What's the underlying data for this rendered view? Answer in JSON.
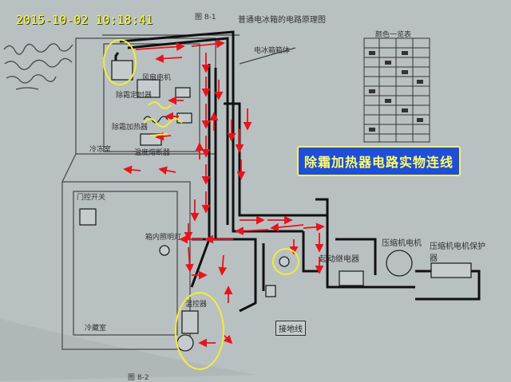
{
  "timestamp": "2015-10-02 10:18:41",
  "callout": {
    "text": "除霜加热器电路实物连线"
  },
  "figure": {
    "caption_top": "普通电冰箱的电路原理图",
    "figure_no_top": "图 8-1",
    "figure_no_bottom": "图 8-2"
  },
  "labels": {
    "fridge_box": "电冰箱箱体",
    "color_table_title": "颜色一览表",
    "fan_motor": "风扇电机",
    "defrost_timer": "除霜定时器",
    "defrost_heater": "除霜加热器",
    "temp_fuse": "温度熔断器",
    "freezer": "冷冻室",
    "door_switch": "门控开关",
    "interior_lamp": "箱内照明灯",
    "thermostat": "温控器",
    "start_relay": "起动继电器",
    "compressor_motor": "压缩机电机",
    "compressor_protector": "压缩机电机保护器",
    "fridge_compartment": "冷藏室",
    "ground_wire": "接地线"
  },
  "colors": {
    "background": "#b9c0c2",
    "wire": "#111111",
    "trace": "#e8141b",
    "highlight": "#f2ec3a",
    "callout_bg": "#1f4ed8",
    "callout_text": "#ffff66",
    "timestamp": "#ffff2a"
  }
}
